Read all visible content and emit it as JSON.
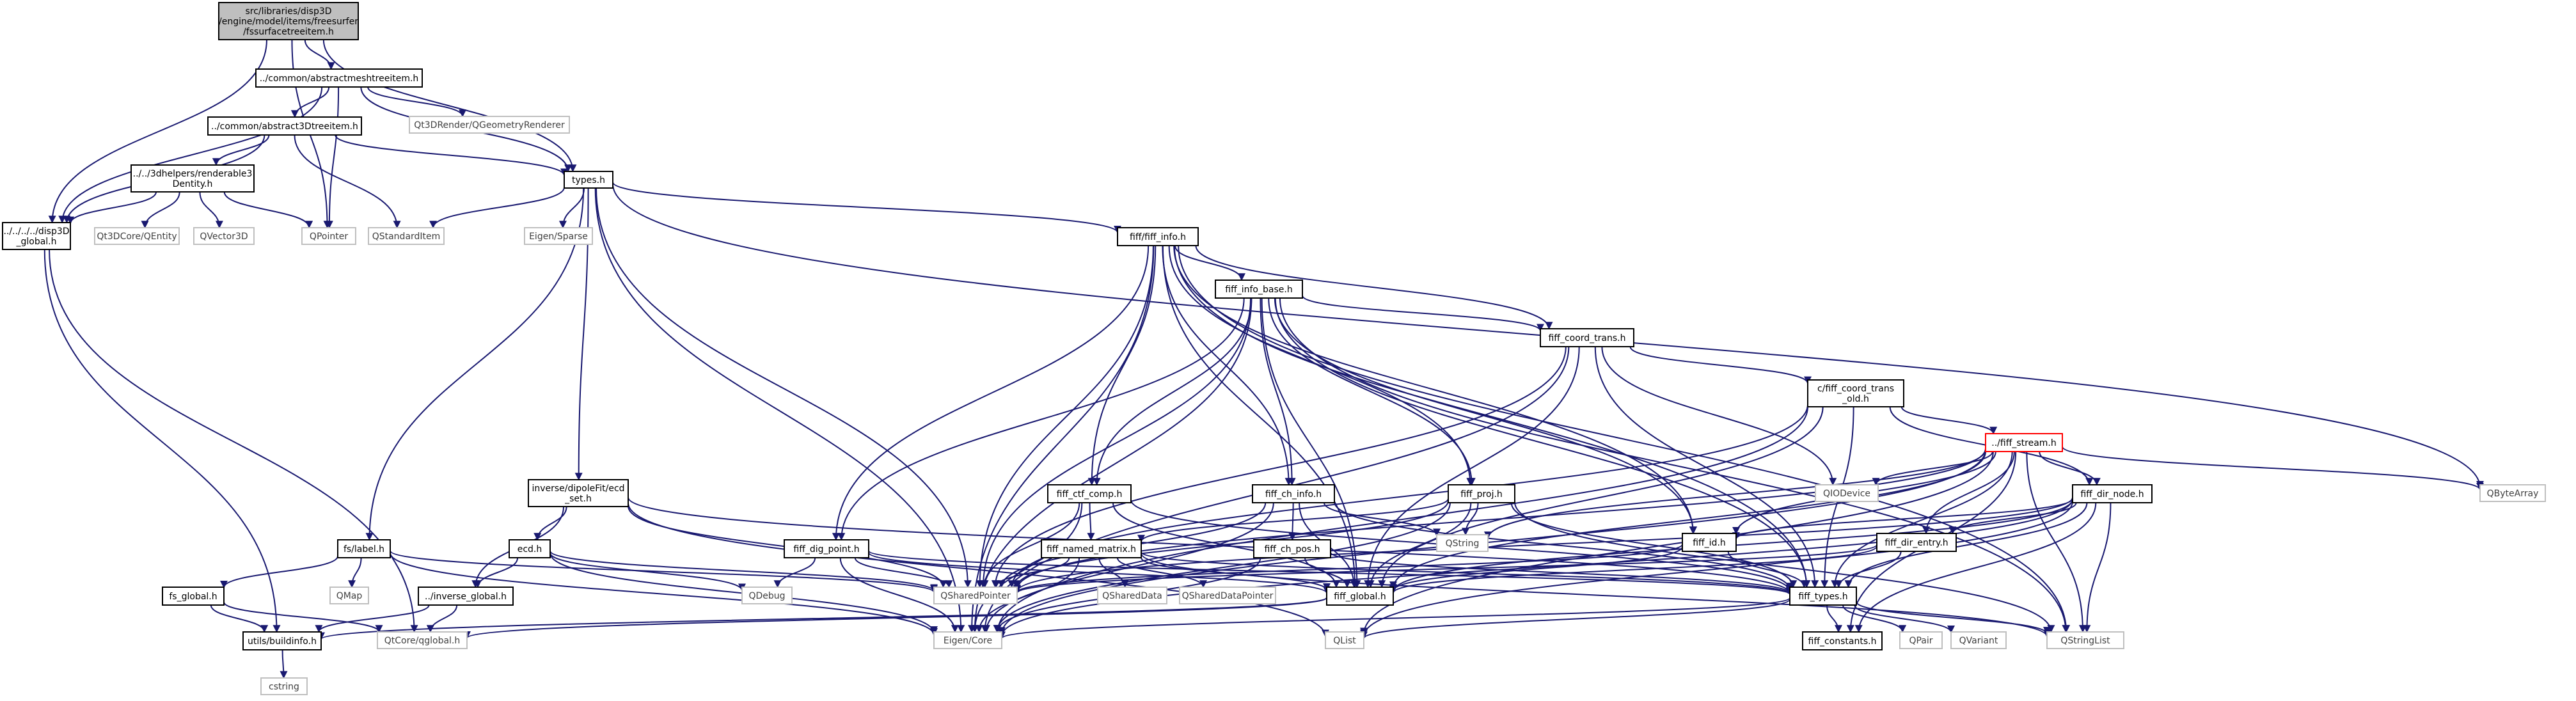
{
  "title": "",
  "colors": {
    "edge": "#191970",
    "root_fill": "#bfbfbf",
    "box_border": "#000000",
    "leaf_border": "#bfbfbf",
    "highlight_border": "#ff0000"
  },
  "nodes": {
    "root": [
      "src/libraries/disp3D",
      "/engine/model/items/freesurfer",
      "/fssurfacetreeitem.h"
    ],
    "abstractmeshtreeitem": [
      "../common/abstractmeshtreeitem.h"
    ],
    "qt3drender_qgeometryrenderer": [
      "Qt3DRender/QGeometryRenderer"
    ],
    "abstract3dtreeitem": [
      "../common/abstract3Dtreeitem.h"
    ],
    "renderable3dentity": [
      "../../3dhelpers/renderable3",
      "Dentity.h"
    ],
    "disp3d_global": [
      "../../../../disp3D",
      "_global.h"
    ],
    "qt3dcore_qentity": [
      "Qt3DCore/QEntity"
    ],
    "qvector3d": [
      "QVector3D"
    ],
    "qpointer": [
      "QPointer"
    ],
    "qstandarditem": [
      "QStandardItem"
    ],
    "types_h": [
      "types.h"
    ],
    "eigen_sparse": [
      "Eigen/Sparse"
    ],
    "fiff_fiff_info": [
      "fiff/fiff_info.h"
    ],
    "qbytearray": [
      "QByteArray"
    ],
    "fiff_info_base": [
      "fiff_info_base.h"
    ],
    "fiff_coord_trans": [
      "fiff_coord_trans.h"
    ],
    "c_fiff_coord_trans_old": [
      "c/fiff_coord_trans",
      "_old.h"
    ],
    "fiff_stream": [
      "../fiff_stream.h"
    ],
    "qiodevice": [
      "QIODevice"
    ],
    "fiff_dir_node": [
      "fiff_dir_node.h"
    ],
    "fiff_proj": [
      "fiff_proj.h"
    ],
    "qstring": [
      "QString"
    ],
    "fiff_id": [
      "fiff_id.h"
    ],
    "fiff_dir_entry": [
      "fiff_dir_entry.h"
    ],
    "fiff_ctf_comp": [
      "fiff_ctf_comp.h"
    ],
    "fiff_ch_info": [
      "fiff_ch_info.h"
    ],
    "fiff_named_matrix": [
      "fiff_named_matrix.h"
    ],
    "fiff_ch_pos": [
      "fiff_ch_pos.h"
    ],
    "fiff_dig_point": [
      "fiff_dig_point.h"
    ],
    "qshareddata": [
      "QSharedData"
    ],
    "qshareddatapointer": [
      "QSharedDataPointer"
    ],
    "fiff_global": [
      "fiff_global.h"
    ],
    "fiff_types": [
      "fiff_types.h"
    ],
    "qdebug": [
      "QDebug"
    ],
    "qsharedpointer": [
      "QSharedPointer"
    ],
    "inverse_ecd_set": [
      "inverse/dipoleFit/ecd",
      "_set.h"
    ],
    "ecd_h": [
      "ecd.h"
    ],
    "inverse_global": [
      "../inverse_global.h"
    ],
    "fs_label": [
      "fs/label.h"
    ],
    "qmap": [
      "QMap"
    ],
    "fs_global": [
      "fs_global.h"
    ],
    "utils_buildinfo": [
      "utils/buildinfo.h"
    ],
    "cstring": [
      "cstring"
    ],
    "qtcore_qglobal": [
      "QtCore/qglobal.h"
    ],
    "eigen_core": [
      "Eigen/Core"
    ],
    "qlist": [
      "QList"
    ],
    "fiff_constants": [
      "fiff_constants.h"
    ],
    "qpair": [
      "QPair"
    ],
    "qvariant": [
      "QVariant"
    ],
    "qstringlist": [
      "QStringList"
    ]
  },
  "edges": [
    [
      "root",
      "abstractmeshtreeitem"
    ],
    [
      "root",
      "disp3d_global"
    ],
    [
      "root",
      "qpointer"
    ],
    [
      "root",
      "types_h"
    ],
    [
      "abstractmeshtreeitem",
      "abstract3dtreeitem"
    ],
    [
      "abstractmeshtreeitem",
      "qt3drender_qgeometryrenderer"
    ],
    [
      "abstractmeshtreeitem",
      "disp3d_global"
    ],
    [
      "abstractmeshtreeitem",
      "qpointer"
    ],
    [
      "abstractmeshtreeitem",
      "types_h"
    ],
    [
      "abstract3dtreeitem",
      "renderable3dentity"
    ],
    [
      "abstract3dtreeitem",
      "disp3d_global"
    ],
    [
      "abstract3dtreeitem",
      "qstandarditem"
    ],
    [
      "abstract3dtreeitem",
      "types_h"
    ],
    [
      "renderable3dentity",
      "disp3d_global"
    ],
    [
      "renderable3dentity",
      "qt3dcore_qentity"
    ],
    [
      "renderable3dentity",
      "qvector3d"
    ],
    [
      "renderable3dentity",
      "qpointer"
    ],
    [
      "disp3d_global",
      "utils_buildinfo"
    ],
    [
      "disp3d_global",
      "qtcore_qglobal"
    ],
    [
      "types_h",
      "qstandarditem"
    ],
    [
      "types_h",
      "eigen_sparse"
    ],
    [
      "types_h",
      "fiff_fiff_info"
    ],
    [
      "types_h",
      "qbytearray"
    ],
    [
      "types_h",
      "inverse_ecd_set"
    ],
    [
      "types_h",
      "fs_label"
    ],
    [
      "types_h",
      "eigen_core"
    ],
    [
      "types_h",
      "qsharedpointer"
    ],
    [
      "fiff_fiff_info",
      "fiff_info_base"
    ],
    [
      "fiff_fiff_info",
      "fiff_coord_trans"
    ],
    [
      "fiff_fiff_info",
      "fiff_proj"
    ],
    [
      "fiff_fiff_info",
      "fiff_ctf_comp"
    ],
    [
      "fiff_fiff_info",
      "fiff_ch_info"
    ],
    [
      "fiff_fiff_info",
      "fiff_dig_point"
    ],
    [
      "fiff_fiff_info",
      "fiff_id"
    ],
    [
      "fiff_fiff_info",
      "fiff_types"
    ],
    [
      "fiff_fiff_info",
      "fiff_global"
    ],
    [
      "fiff_fiff_info",
      "qsharedpointer"
    ],
    [
      "fiff_fiff_info",
      "qstringlist"
    ],
    [
      "fiff_fiff_info",
      "eigen_core"
    ],
    [
      "fiff_info_base",
      "fiff_coord_trans"
    ],
    [
      "fiff_info_base",
      "fiff_proj"
    ],
    [
      "fiff_info_base",
      "fiff_ctf_comp"
    ],
    [
      "fiff_info_base",
      "fiff_ch_info"
    ],
    [
      "fiff_info_base",
      "fiff_dig_point"
    ],
    [
      "fiff_info_base",
      "fiff_id"
    ],
    [
      "fiff_info_base",
      "fiff_types"
    ],
    [
      "fiff_info_base",
      "fiff_global"
    ],
    [
      "fiff_info_base",
      "qsharedpointer"
    ],
    [
      "fiff_info_base",
      "qstringlist"
    ],
    [
      "fiff_info_base",
      "eigen_core"
    ],
    [
      "fiff_coord_trans",
      "c_fiff_coord_trans_old"
    ],
    [
      "fiff_coord_trans",
      "fiff_global"
    ],
    [
      "fiff_coord_trans",
      "fiff_types"
    ],
    [
      "fiff_coord_trans",
      "qiodevice"
    ],
    [
      "fiff_coord_trans",
      "qsharedpointer"
    ],
    [
      "fiff_coord_trans",
      "eigen_core"
    ],
    [
      "c_fiff_coord_trans_old",
      "fiff_stream"
    ],
    [
      "c_fiff_coord_trans_old",
      "fiff_dir_node"
    ],
    [
      "c_fiff_coord_trans_old",
      "fiff_global"
    ],
    [
      "c_fiff_coord_trans_old",
      "fiff_types"
    ],
    [
      "c_fiff_coord_trans_old",
      "qsharedpointer"
    ],
    [
      "c_fiff_coord_trans_old",
      "eigen_core"
    ],
    [
      "fiff_stream",
      "qbytearray"
    ],
    [
      "fiff_stream",
      "qiodevice"
    ],
    [
      "fiff_stream",
      "fiff_dir_node"
    ],
    [
      "fiff_stream",
      "fiff_dir_entry"
    ],
    [
      "fiff_stream",
      "fiff_id"
    ],
    [
      "fiff_stream",
      "fiff_types"
    ],
    [
      "fiff_stream",
      "fiff_global"
    ],
    [
      "fiff_stream",
      "qstring"
    ],
    [
      "fiff_stream",
      "qstringlist"
    ],
    [
      "fiff_stream",
      "qlist"
    ],
    [
      "fiff_stream",
      "qsharedpointer"
    ],
    [
      "fiff_stream",
      "eigen_core"
    ],
    [
      "fiff_stream",
      "fiff_constants"
    ],
    [
      "fiff_dir_node",
      "fiff_dir_entry"
    ],
    [
      "fiff_dir_node",
      "fiff_id"
    ],
    [
      "fiff_dir_node",
      "fiff_types"
    ],
    [
      "fiff_dir_node",
      "fiff_global"
    ],
    [
      "fiff_dir_node",
      "qsharedpointer"
    ],
    [
      "fiff_dir_node",
      "qlist"
    ],
    [
      "fiff_dir_node",
      "qstringlist"
    ],
    [
      "fiff_dir_node",
      "eigen_core"
    ],
    [
      "fiff_dir_node",
      "fiff_constants"
    ],
    [
      "fiff_dir_entry",
      "fiff_types"
    ],
    [
      "fiff_dir_entry",
      "fiff_global"
    ],
    [
      "fiff_dir_entry",
      "qsharedpointer"
    ],
    [
      "fiff_proj",
      "fiff_named_matrix"
    ],
    [
      "fiff_proj",
      "fiff_types"
    ],
    [
      "fiff_proj",
      "fiff_global"
    ],
    [
      "fiff_proj",
      "qstring"
    ],
    [
      "fiff_proj",
      "qsharedpointer"
    ],
    [
      "fiff_proj",
      "qstringlist"
    ],
    [
      "fiff_proj",
      "eigen_core"
    ],
    [
      "fiff_id",
      "fiff_types"
    ],
    [
      "fiff_id",
      "fiff_global"
    ],
    [
      "fiff_id",
      "qsharedpointer"
    ],
    [
      "fiff_ctf_comp",
      "fiff_named_matrix"
    ],
    [
      "fiff_ctf_comp",
      "fiff_types"
    ],
    [
      "fiff_ctf_comp",
      "fiff_global"
    ],
    [
      "fiff_ctf_comp",
      "qsharedpointer"
    ],
    [
      "fiff_ctf_comp",
      "eigen_core"
    ],
    [
      "fiff_ch_info",
      "fiff_ch_pos"
    ],
    [
      "fiff_ch_info",
      "fiff_types"
    ],
    [
      "fiff_ch_info",
      "fiff_global"
    ],
    [
      "fiff_ch_info",
      "qstring"
    ],
    [
      "fiff_ch_info",
      "qsharedpointer"
    ],
    [
      "fiff_ch_info",
      "eigen_core"
    ],
    [
      "fiff_named_matrix",
      "qshareddata"
    ],
    [
      "fiff_named_matrix",
      "qshareddatapointer"
    ],
    [
      "fiff_named_matrix",
      "fiff_types"
    ],
    [
      "fiff_named_matrix",
      "fiff_global"
    ],
    [
      "fiff_named_matrix",
      "qsharedpointer"
    ],
    [
      "fiff_named_matrix",
      "qstringlist"
    ],
    [
      "fiff_named_matrix",
      "eigen_core"
    ],
    [
      "fiff_ch_pos",
      "fiff_types"
    ],
    [
      "fiff_ch_pos",
      "fiff_global"
    ],
    [
      "fiff_ch_pos",
      "eigen_core"
    ],
    [
      "fiff_dig_point",
      "fiff_types"
    ],
    [
      "fiff_dig_point",
      "fiff_global"
    ],
    [
      "fiff_dig_point",
      "qdebug"
    ],
    [
      "fiff_dig_point",
      "qsharedpointer"
    ],
    [
      "fiff_dig_point",
      "eigen_core"
    ],
    [
      "fiff_global",
      "utils_buildinfo"
    ],
    [
      "fiff_global",
      "qtcore_qglobal"
    ],
    [
      "fiff_types",
      "fiff_constants"
    ],
    [
      "fiff_types",
      "qpair"
    ],
    [
      "fiff_types",
      "qvariant"
    ],
    [
      "fiff_types",
      "qlist"
    ],
    [
      "fiff_types",
      "qstringlist"
    ],
    [
      "fiff_types",
      "eigen_core"
    ],
    [
      "inverse_ecd_set",
      "ecd_h"
    ],
    [
      "inverse_ecd_set",
      "inverse_global"
    ],
    [
      "inverse_ecd_set",
      "fiff_types"
    ],
    [
      "inverse_ecd_set",
      "qsharedpointer"
    ],
    [
      "inverse_ecd_set",
      "qlist"
    ],
    [
      "ecd_h",
      "inverse_global"
    ],
    [
      "ecd_h",
      "qdebug"
    ],
    [
      "ecd_h",
      "qsharedpointer"
    ],
    [
      "ecd_h",
      "eigen_core"
    ],
    [
      "inverse_global",
      "utils_buildinfo"
    ],
    [
      "inverse_global",
      "qtcore_qglobal"
    ],
    [
      "fs_label",
      "fs_global"
    ],
    [
      "fs_label",
      "qmap"
    ],
    [
      "fs_label",
      "qsharedpointer"
    ],
    [
      "fs_label",
      "eigen_core"
    ],
    [
      "fs_global",
      "utils_buildinfo"
    ],
    [
      "fs_global",
      "qtcore_qglobal"
    ],
    [
      "utils_buildinfo",
      "cstring"
    ]
  ]
}
